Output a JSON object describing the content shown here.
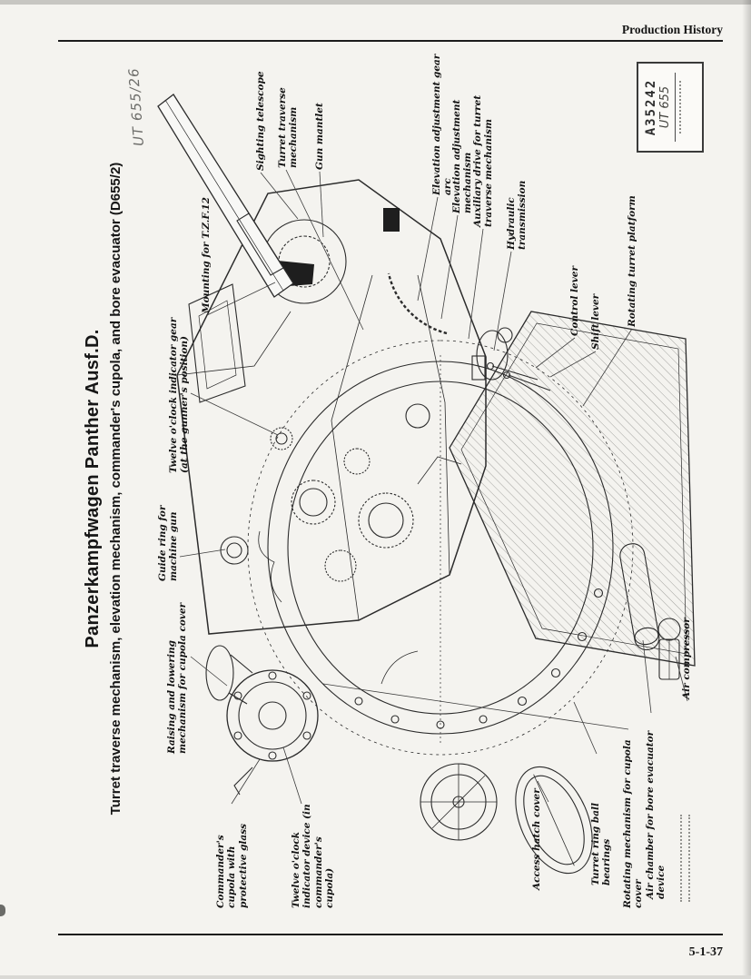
{
  "page": {
    "header_title": "Production History",
    "page_number": "5-1-37"
  },
  "figure": {
    "title": {
      "line1": "Panzerkampfwagen Panther Ausf.D.",
      "line2": "Turret traverse mechanism, elevation mechanism, commander's cupola, and bore evacuator (D655/2)"
    },
    "handwritten_note": "UT 655/26",
    "stamp": {
      "line1": "A35242",
      "line2": "UT 655"
    },
    "labels": [
      {
        "id": "sighting-telescope",
        "text": "Sighting telescope"
      },
      {
        "id": "turret-traverse-mechanism",
        "text": "Turret traverse mechanism"
      },
      {
        "id": "gun-mantlet",
        "text": "Gun mantlet"
      },
      {
        "id": "mounting-for-tzf12",
        "text": "Mounting for T.Z.F.12"
      },
      {
        "id": "elevation-adjustment-gear-arc",
        "text": "Elevation adjustment gear arc"
      },
      {
        "id": "elevation-adjustment-mechanism",
        "text": "Elevation adjustment mechanism"
      },
      {
        "id": "auxiliary-drive-turret-traverse",
        "text": "Auxiliary drive for turret traverse mechanism"
      },
      {
        "id": "hydraulic-transmission",
        "text": "Hydraulic transmission"
      },
      {
        "id": "control-lever",
        "text": "Control lever"
      },
      {
        "id": "shift-lever",
        "text": "Shift lever"
      },
      {
        "id": "rotating-turret-platform",
        "text": "Rotating turret platform"
      },
      {
        "id": "twelve-oclock-indicator-gear",
        "text": "Twelve o'clock indicator gear (at the gunner's position)"
      },
      {
        "id": "guide-ring-machine-gun",
        "text": "Guide ring for machine gun"
      },
      {
        "id": "raising-lowering-mechanism-cupola",
        "text": "Raising and lowering mechanism for cupola cover"
      },
      {
        "id": "commanders-cupola",
        "text": "Commander's cupola with protective glass"
      },
      {
        "id": "twelve-oclock-indicator-device",
        "text": "Twelve o'clock indicator device (in commander's cupola)"
      },
      {
        "id": "access-hatch-cover",
        "text": "Access hatch cover"
      },
      {
        "id": "turret-ring-ball-bearings",
        "text": "Turret ring ball bearings"
      },
      {
        "id": "rotating-mechanism-cupola-cover",
        "text": "Rotating mechanism for cupola cover"
      },
      {
        "id": "air-chamber-bore-evacuator",
        "text": "Air chamber for bore evacuator device"
      },
      {
        "id": "air-compressor",
        "text": "Air compressor"
      }
    ]
  }
}
